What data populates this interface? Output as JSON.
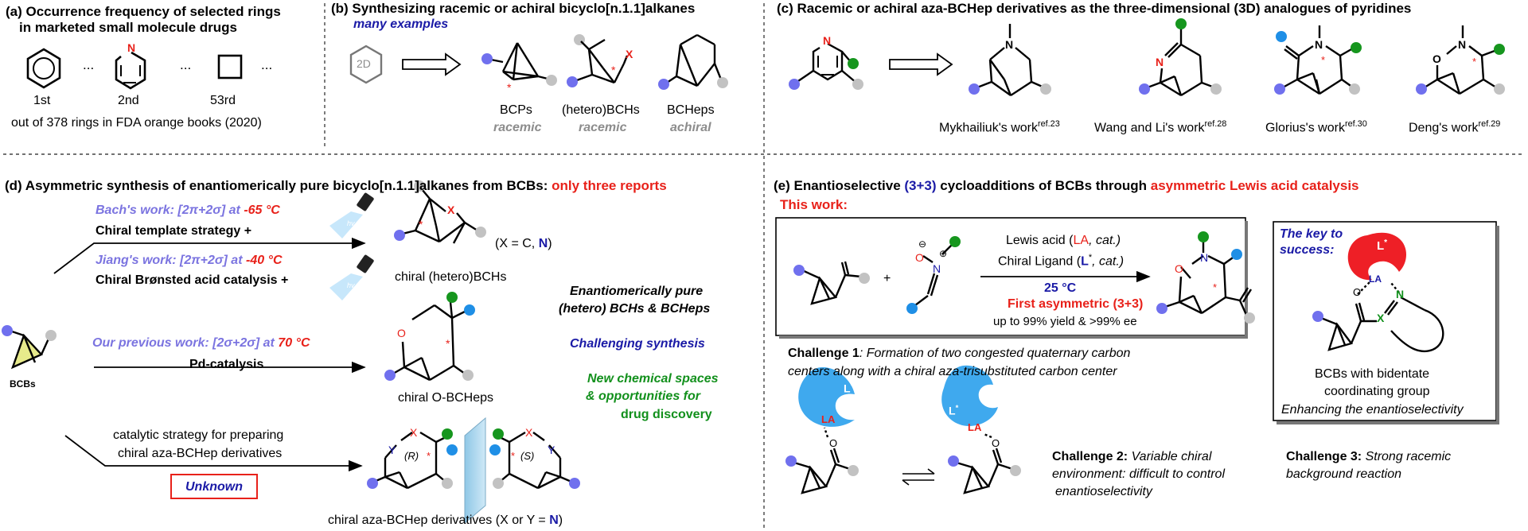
{
  "panel_a": {
    "title_line1": "(a) Occurrence frequency of selected rings",
    "title_line2": "in marketed small molecule drugs",
    "ellipsis": "...",
    "n_atom": "N",
    "rank1": "1st",
    "rank2": "2nd",
    "rank3": "53rd",
    "footnote": "out of 378 rings in FDA orange books (2020)"
  },
  "panel_b": {
    "title": "(b) Synthesizing racemic or achiral bicyclo[n.1.1]alkanes",
    "subtitle": "many examples",
    "twod": "2D",
    "x_atom": "X",
    "star": "*",
    "bcp_label": "BCPs",
    "bcp_sub": "racemic",
    "bch_label": "(hetero)BCHs",
    "bch_sub": "racemic",
    "bchep_label": "BCHeps",
    "bchep_sub": "achiral"
  },
  "panel_c": {
    "title": "(c) Racemic or achiral aza-BCHep derivatives as the three-dimensional (3D) analogues of pyridines",
    "n_atom": "N",
    "o_atom": "O",
    "star": "*",
    "refs": [
      {
        "name": "Mykhailiuk's work",
        "ref": "ref.23"
      },
      {
        "name": "Wang and Li's work",
        "ref": "ref.28"
      },
      {
        "name": "Glorius's work",
        "ref": "ref.30"
      },
      {
        "name": "Deng's work",
        "ref": "ref.29"
      }
    ]
  },
  "panel_d": {
    "title_main": "(d) Asymmetric synthesis of enantiomerically pure bicyclo[n.1.1]alkanes from BCBs: ",
    "title_red": "only three reports",
    "bach_prefix": "Bach's work: [2π+2σ] at ",
    "bach_temp": "-65 °C",
    "bach_strategy": "Chiral template strategy +",
    "jiang_prefix": "Jiang's work: [2π+2σ] at ",
    "jiang_temp": "-40 °C",
    "jiang_strategy": "Chiral Brønsted acid catalysis +",
    "hv": "hv",
    "x_note_prefix": "(X = C, ",
    "x_note_n": "N",
    "x_note_suffix": ")",
    "product1": "chiral (hetero)BCHs",
    "our_prefix": "Our previous work: [2σ+2σ] at ",
    "our_temp": "70 °C",
    "pd": "Pd-catalysis",
    "product2": "chiral O-BCHeps",
    "bcbs": "BCBs",
    "cat_line1": "catalytic strategy for preparing",
    "cat_line2": "chiral aza-BCHep derivatives",
    "unknown": "Unknown",
    "product3_prefix": "chiral aza-BCHep derivatives (X or Y = ",
    "product3_n": "N",
    "product3_suffix": ")",
    "r_label": "(R)",
    "s_label": "(S)",
    "x_atom": "X",
    "y_atom": "Y",
    "o_atom": "O",
    "star": "*",
    "side1_line1": "Enantiomerically pure",
    "side1_line2": "(hetero) BCHs & BCHeps",
    "side2": "Challenging synthesis",
    "side3_line1": "New chemical spaces",
    "side3_line2": "& opportunities for",
    "side3_line3": "drug discovery"
  },
  "panel_e": {
    "title_prefix": "(e) Enantioselective ",
    "title_blue": "(3+3)",
    "title_mid": "  cycloadditions of BCBs through ",
    "title_red": "asymmetric Lewis acid catalysis",
    "this_work": "This work:",
    "plus": "+",
    "nitrone_o": "O",
    "nitrone_n": "N",
    "nitrone_minus": "⊖",
    "nitrone_plus": "⊕",
    "cond1_prefix": "Lewis acid (",
    "cond1_la": "LA",
    "cond1_suffix": ", cat.)",
    "cond2_prefix": "Chiral Ligand (",
    "cond2_l": "L",
    "cond2_suffix": ", cat.)",
    "cond_star": "*",
    "temp": "25 °C",
    "first": "First asymmetric (3+3)",
    "yield": "up to 99% yield & >99% ee",
    "product_o": "O",
    "product_n": "N",
    "star": "*",
    "challenge1_bold": "Challenge 1",
    "challenge1_text": ": Formation of two congested quaternary carbon",
    "challenge1_line2": "centers along with a chiral aza-trisubstituted carbon center",
    "challenge2_bold": "Challenge 2:",
    "challenge2_line1": " Variable chiral",
    "challenge2_line2": "environment: difficult to control",
    "challenge2_line3": "enantioselectivity",
    "challenge3_bold": "Challenge 3:",
    "challenge3_line1": " Strong racemic",
    "challenge3_line2": "background reaction",
    "ligand_l": "L",
    "la": "LA",
    "o_atom": "O",
    "key_title_line1": "The key to",
    "key_title_line2": "success:",
    "key_x": "X",
    "key_n": "N",
    "key_desc_line1": "BCBs with bidentate",
    "key_desc_line2": "coordinating group",
    "key_desc_line3": "Enhancing the enantioselectivity"
  },
  "colors": {
    "red": "#e8211a",
    "blue": "#1a1aa6",
    "lavender": "#7b74e0",
    "green": "#12901c",
    "gray": "#8c8c8c",
    "purple_dot": "#7070ee",
    "green_dot": "#16961e",
    "blue_dot": "#1f8fe6",
    "gray_dot": "#c2c2c2",
    "ligand_blue": "#3fa9ee",
    "ligand_red": "#ee1f26"
  }
}
